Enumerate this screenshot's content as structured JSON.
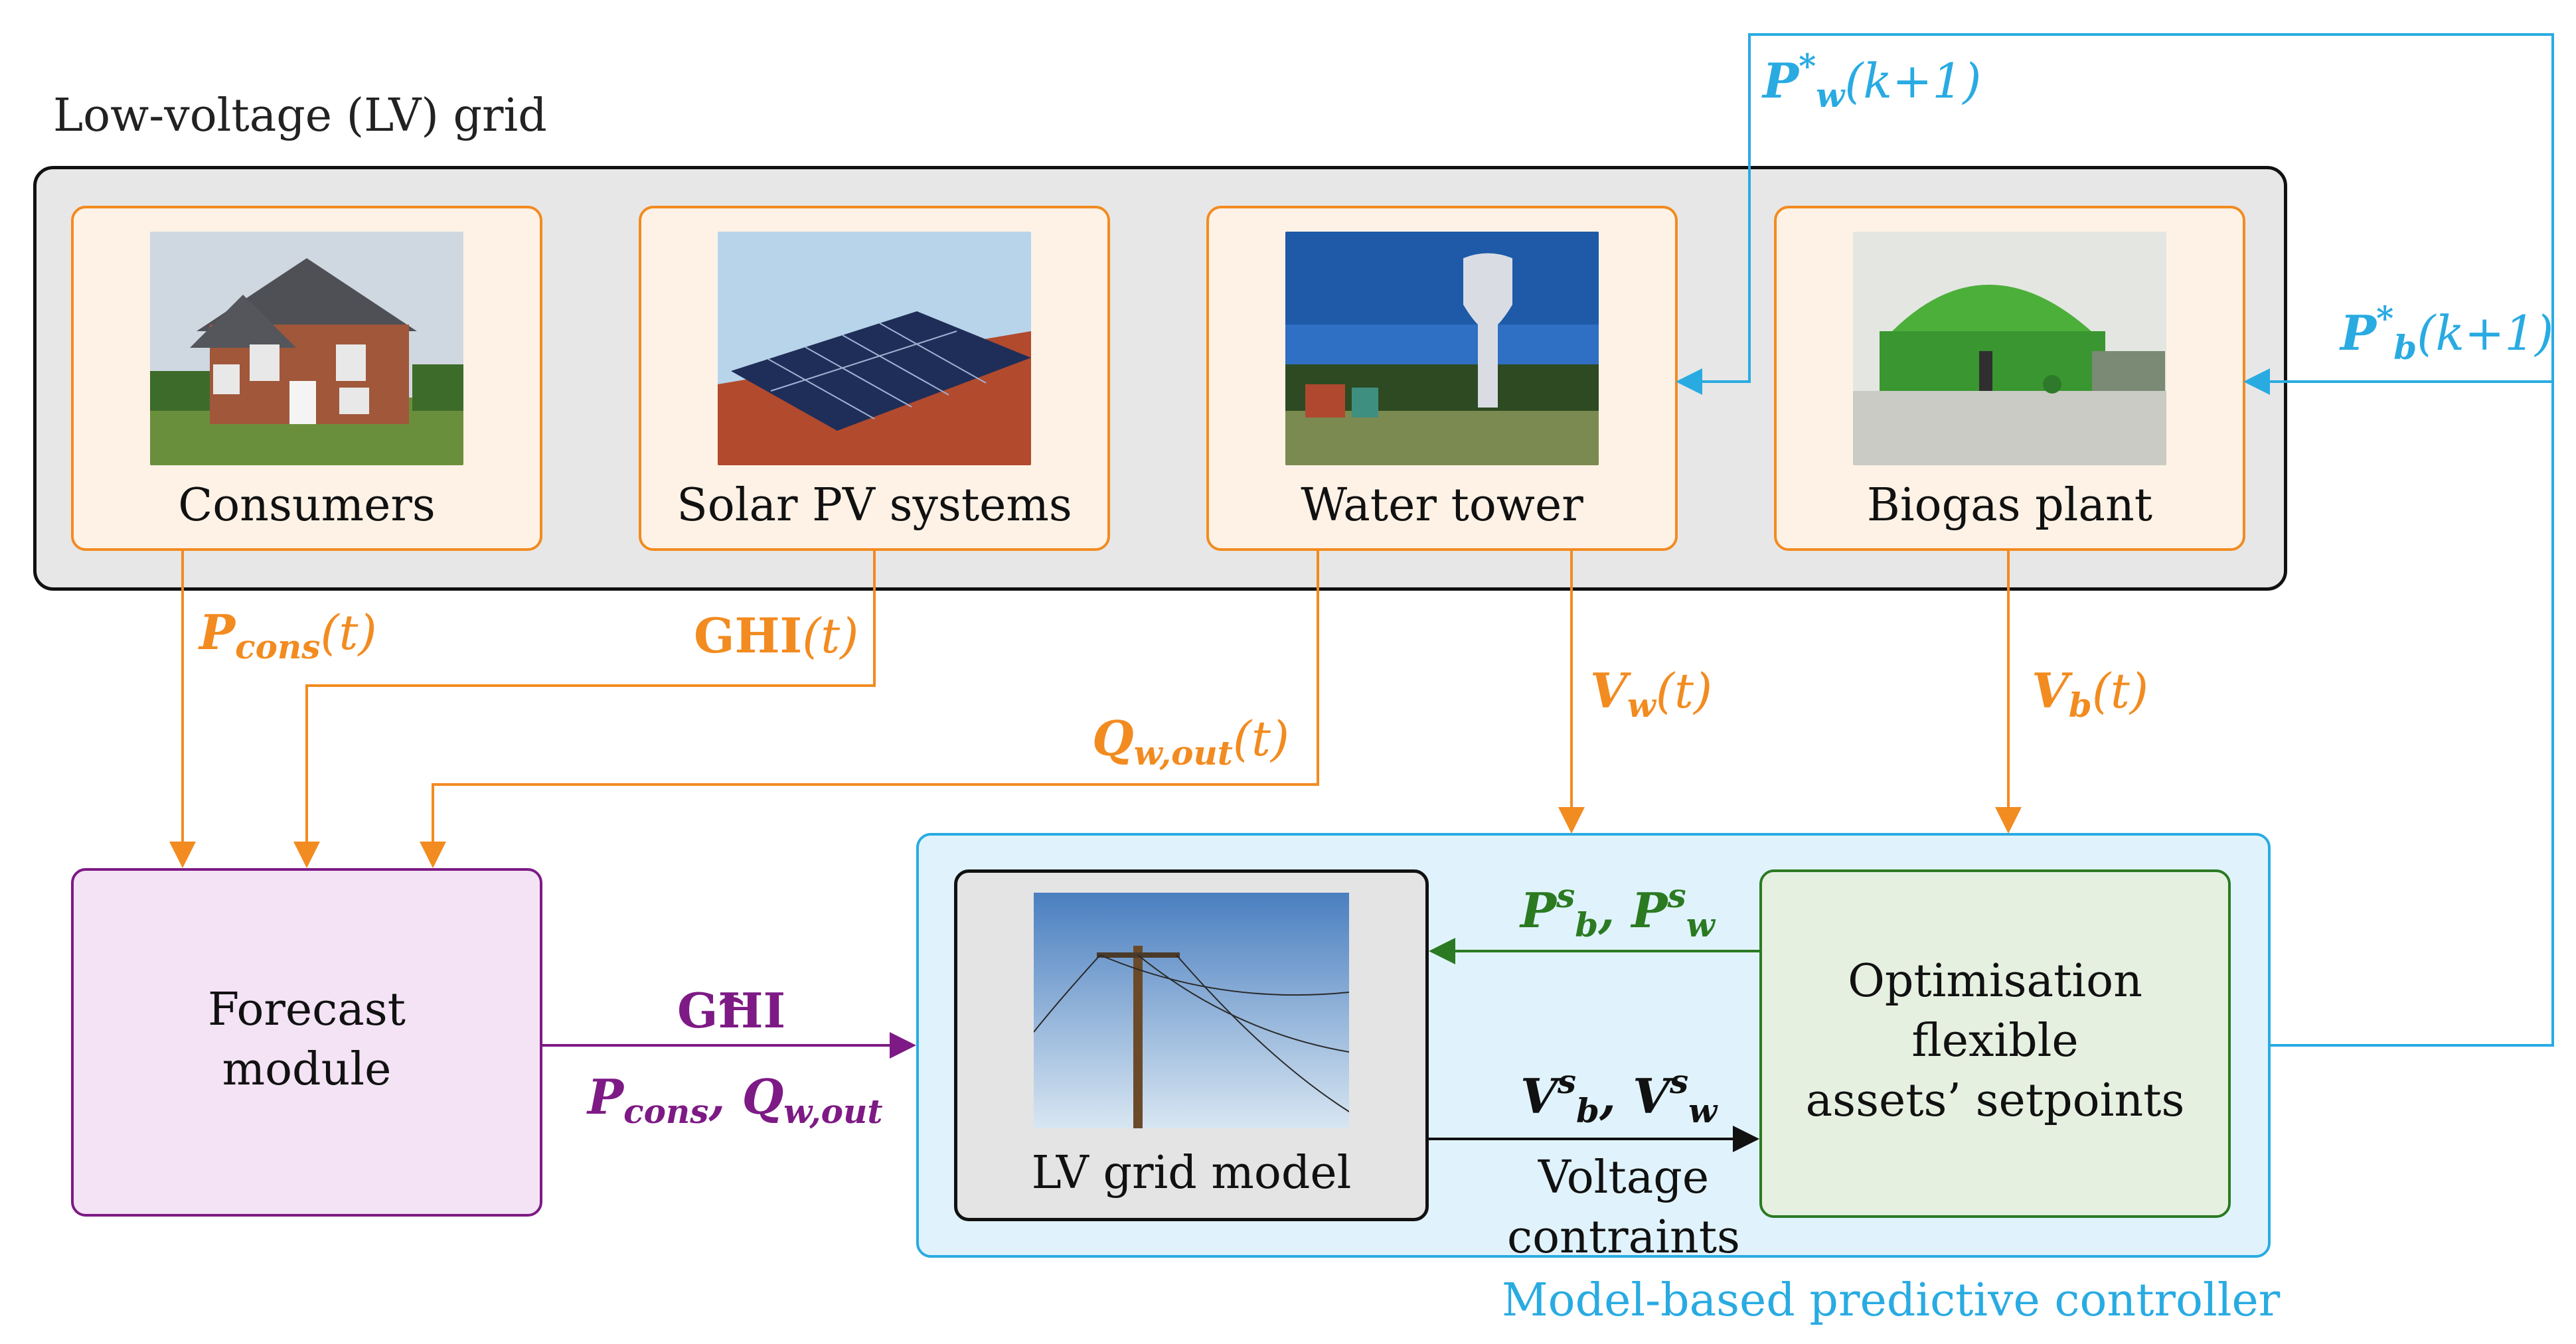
{
  "lv_grid": {
    "title": "Low-voltage (LV) grid"
  },
  "assets": [
    {
      "label": "Consumers"
    },
    {
      "label": "Solar PV systems"
    },
    {
      "label": "Water tower"
    },
    {
      "label": "Biogas plant"
    }
  ],
  "forecast": {
    "line1": "Forecast",
    "line2": "module"
  },
  "mpc": {
    "title": "Model-based predictive controller"
  },
  "grid_model": {
    "label": "LV grid model"
  },
  "optimisation": {
    "line1": "Optimisation",
    "line2": "flexible",
    "line3": "assets’ setpoints"
  },
  "signals": {
    "p_cons": {
      "main": "P",
      "sub": "cons",
      "arg": "(t)"
    },
    "ghi": {
      "main": "GHI",
      "arg": "(t)"
    },
    "q_w_out": {
      "main": "Q",
      "sub": "w,out",
      "arg": "(t)"
    },
    "v_w": {
      "main": "V",
      "sub": "w",
      "arg": "(t)"
    },
    "v_b": {
      "main": "V",
      "sub": "b",
      "arg": "(t)"
    },
    "p_w_star": {
      "main": "P",
      "sub": "w",
      "sup": "*",
      "arg": "(k+1)"
    },
    "p_b_star": {
      "main": "P",
      "sub": "b",
      "sup": "*",
      "arg": "(k+1)"
    },
    "ghi_hat": {
      "main": "GHI"
    },
    "forecast_out": {
      "p": "P",
      "p_sub": "cons",
      "sep": ", ",
      "q": "Q",
      "q_sub": "w,out"
    },
    "setpoints": {
      "a": "P",
      "a_sub": "b",
      "a_sup": "s",
      "sep": ", ",
      "b": "P",
      "b_sub": "w",
      "b_sup": "s"
    },
    "voltages": {
      "a": "V",
      "a_sub": "b",
      "a_sup": "s",
      "sep": ", ",
      "b": "V",
      "b_sub": "w",
      "b_sup": "s"
    },
    "voltage_constraints": {
      "line1": "Voltage",
      "line2": "contraints"
    }
  },
  "colors": {
    "orange": "#f28b20",
    "blue": "#29abe2",
    "green": "#2b7a22",
    "purple": "#7d1a85",
    "black": "#111111"
  }
}
